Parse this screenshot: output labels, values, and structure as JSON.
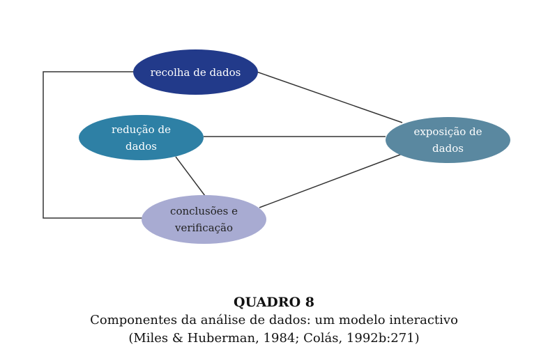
{
  "nodes": {
    "recolha": {
      "label": "recolha de dados",
      "color": "#223a8a",
      "text_color": "#ffffff"
    },
    "reducao": {
      "label": "redução de dados",
      "color": "#2e80a5",
      "text_color": "#ffffff"
    },
    "exposicao": {
      "label": "exposição de dados",
      "color": "#5a88a0",
      "text_color": "#ffffff"
    },
    "conclusoes": {
      "label": "conclusões e verificação",
      "color": "#a8abd2",
      "text_color": "#222222"
    }
  },
  "caption": {
    "title": "QUADRO 8",
    "subtitle": "Componentes da análise de dados: um modelo interactivo",
    "source": "(Miles & Huberman, 1984; Colás, 1992b:271)"
  }
}
